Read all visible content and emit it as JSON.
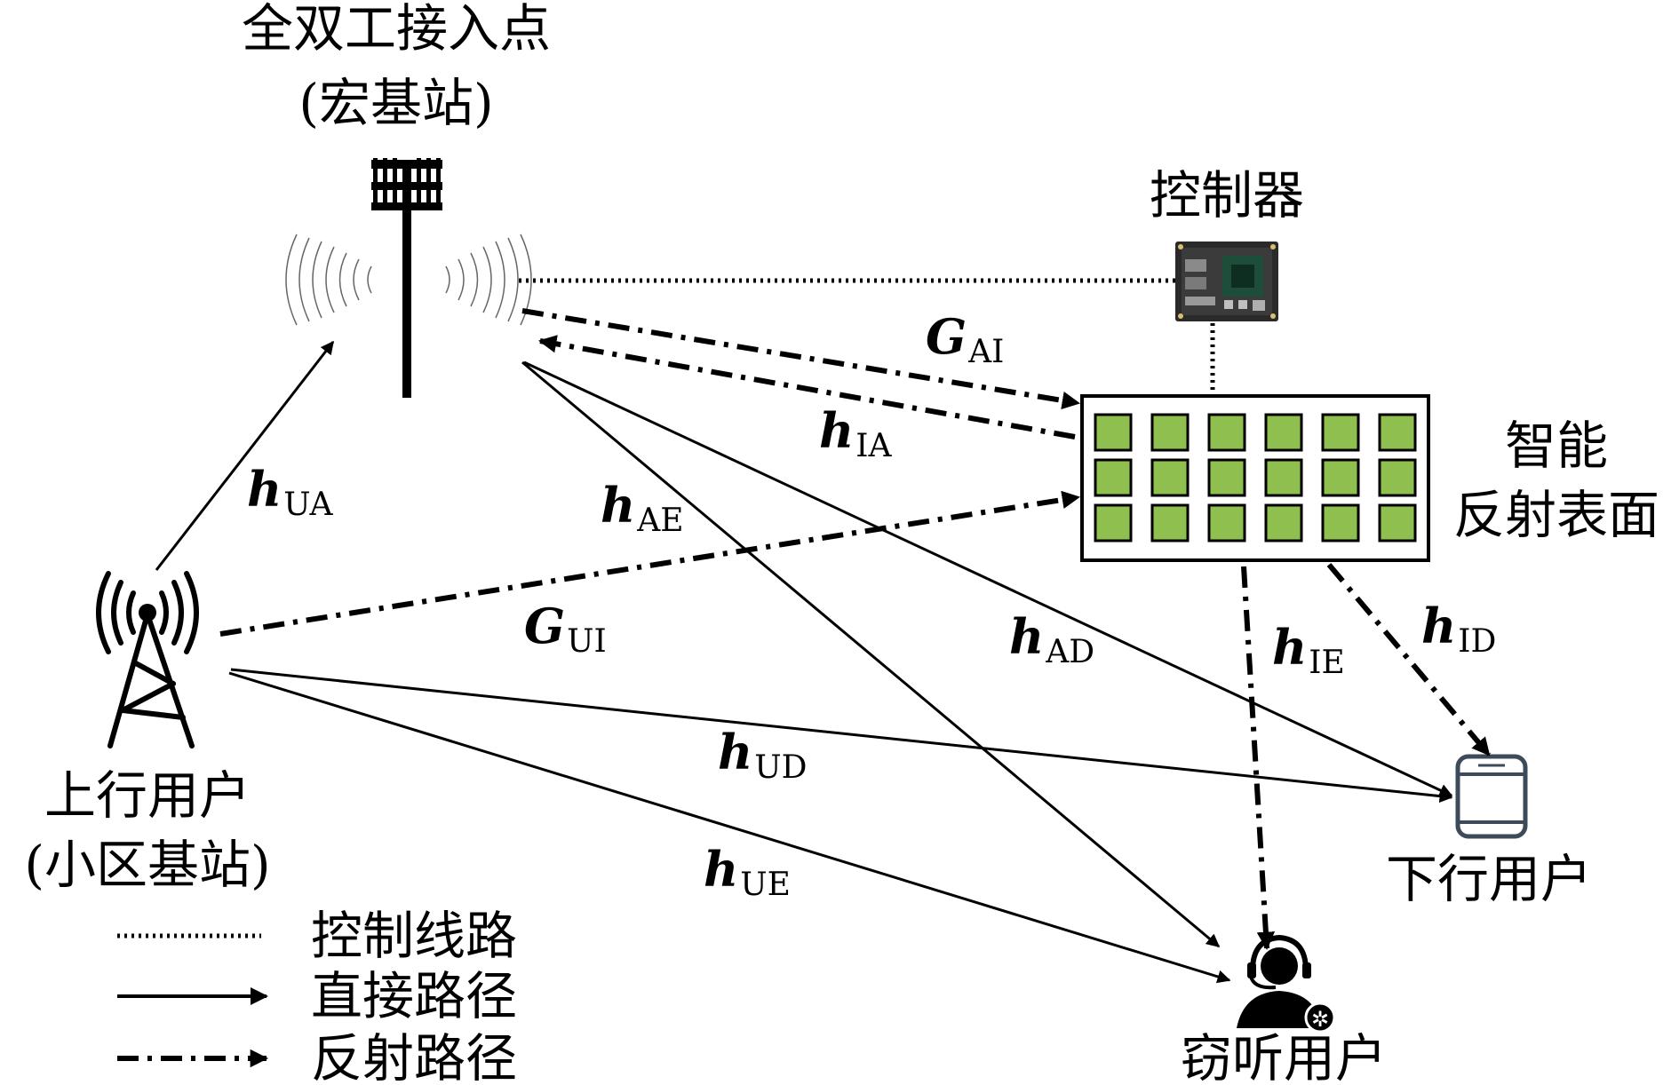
{
  "nodes": {
    "ap": {
      "line1": "全双工接入点",
      "line2": "(宏基站)"
    },
    "controller": {
      "label": "控制器"
    },
    "irs": {
      "line1": "智能",
      "line2": "反射表面"
    },
    "ul_user": {
      "line1": "上行用户",
      "line2": "(小区基站)"
    },
    "dl_user": {
      "label": "下行用户"
    },
    "eve": {
      "label": "窃听用户"
    }
  },
  "channels": {
    "G_AI": {
      "sym": "G",
      "sub": "AI"
    },
    "h_IA": {
      "sym": "h",
      "sub": "IA"
    },
    "h_UA": {
      "sym": "h",
      "sub": "UA"
    },
    "h_AE": {
      "sym": "h",
      "sub": "AE"
    },
    "G_UI": {
      "sym": "G",
      "sub": "UI"
    },
    "h_AD": {
      "sym": "h",
      "sub": "AD"
    },
    "h_IE": {
      "sym": "h",
      "sub": "IE"
    },
    "h_ID": {
      "sym": "h",
      "sub": "ID"
    },
    "h_UD": {
      "sym": "h",
      "sub": "UD"
    },
    "h_UE": {
      "sym": "h",
      "sub": "UE"
    }
  },
  "legend": {
    "control": "控制线路",
    "direct": "直接路径",
    "reflect": "反射路径"
  },
  "colors": {
    "irs_element": "#8fbf4f",
    "ink": "#000000"
  }
}
